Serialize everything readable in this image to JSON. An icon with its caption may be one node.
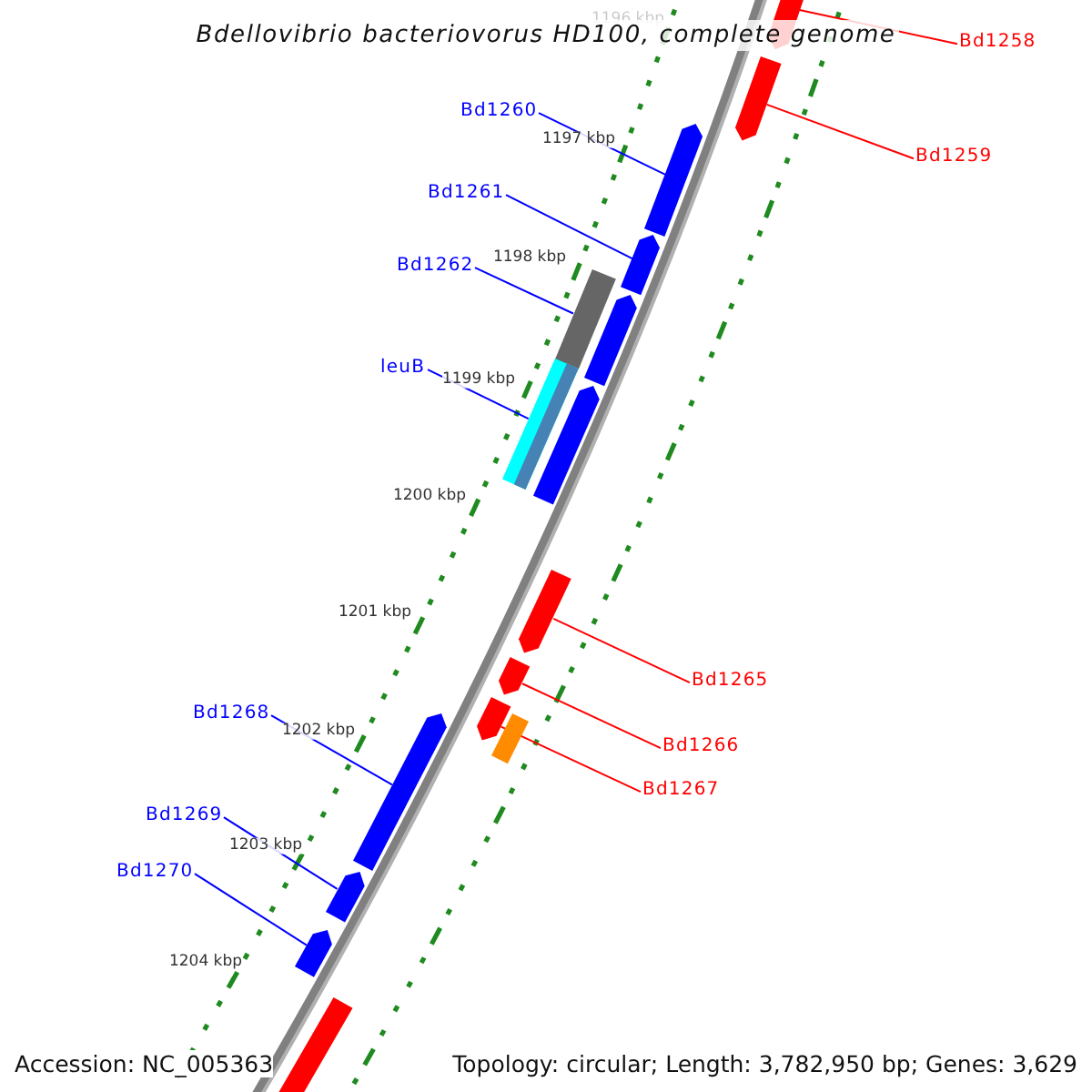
{
  "diagram": {
    "title": "Bdellovibrio bacteriovorus HD100, complete genome",
    "nodes": [
      {
        "text": [
          "Bd1258"
        ]
      },
      {
        "text": [],
        "shape": "bar"
      },
      {
        "text": [
          "Bd1259"
        ]
      },
      {
        "text": [],
        "shape": "bar"
      },
      {
        "text": [
          "Bd1260"
        ]
      },
      {
        "text": [],
        "shape": "bar"
      },
      {
        "text": [
          "Bd1261"
        ]
      },
      {
        "text": [],
        "shape": "bar"
      },
      {
        "text": [],
        "shape": "bar"
      },
      {
        "text": [],
        "shape": "bar"
      },
      {
        "text": [
          "Bd1262"
        ]
      },
      {
        "text": [],
        "shape": "bar"
      },
      {
        "text": [
          "leuB"
        ]
      },
      {
        "text": [],
        "shape": "bar"
      },
      {
        "text": [
          "Bd1265"
        ]
      },
      {
        "text": [],
        "shape": "bar"
      },
      {
        "text": [
          "Bd1266"
        ]
      },
      {
        "text": [],
        "shape": "bar"
      },
      {
        "text": [
          "Bd1267"
        ]
      },
      {
        "text": [],
        "shape": "bar"
      },
      {
        "text": [],
        "shape": "bar"
      },
      {
        "text": [
          "Bd1268"
        ]
      },
      {
        "text": [],
        "shape": "bar"
      },
      {
        "text": [
          "Bd1269"
        ]
      },
      {
        "text": [],
        "shape": "bar"
      },
      {
        "text": [
          "Bd1270"
        ]
      },
      {
        "text": [],
        "shape": "bar"
      },
      {
        "text": [],
        "shape": "bar"
      }
    ],
    "edges": [
      {
        "from": 0,
        "to": 1,
        "arrow": "none",
        "color": "#ff0000"
      },
      {
        "from": 2,
        "to": 3,
        "arrow": "none",
        "color": "#ff0000"
      },
      {
        "from": 4,
        "to": 5,
        "arrow": "none"
      },
      {
        "from": 6,
        "to": 7,
        "arrow": "none"
      },
      {
        "from": 10,
        "to": 11,
        "arrow": "none"
      },
      {
        "from": 12,
        "to": 13,
        "arrow": "none"
      },
      {
        "from": 14,
        "to": 15,
        "arrow": "none",
        "color": "#ff0000"
      },
      {
        "from": 16,
        "to": 17,
        "arrow": "none",
        "color": "#ff0000"
      },
      {
        "from": 18,
        "to": 19,
        "arrow": "none",
        "color": "#ff0000"
      },
      {
        "from": 21,
        "to": 22,
        "arrow": "none"
      },
      {
        "from": 23,
        "to": 24,
        "arrow": "none"
      },
      {
        "from": 25,
        "to": 26,
        "arrow": "none"
      }
    ],
    "labels": [
      "1196 kbp",
      "1197 kbp",
      "1198 kbp",
      "1199 kbp",
      "1200 kbp",
      "1201 kbp",
      "1202 kbp",
      "1203 kbp",
      "1204 kbp",
      "Accession: NC_005363",
      "Topology: circular; Length: 3,782,950 bp; Genes: 3,629"
    ]
  }
}
